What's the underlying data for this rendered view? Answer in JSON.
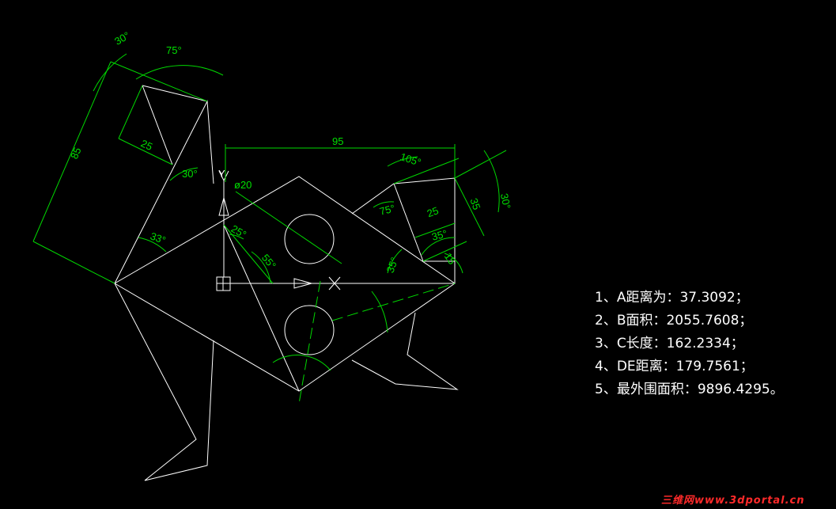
{
  "drawing": {
    "dimensions": {
      "top_width": "95",
      "hole_diameter": "ø20",
      "left_length": "85",
      "left_width": "25",
      "right_width": "25",
      "right_height": "35",
      "angle_30_top": "30°",
      "angle_75_top": "75°",
      "angle_30_left": "30°",
      "angle_33": "33°",
      "angle_25": "25°",
      "angle_55": "55°",
      "angle_105": "105°",
      "angle_75_right": "75°",
      "angle_30_right": "30°",
      "angle_35_right": "35°",
      "angle_35_lower": "35°",
      "angle_15": "15",
      "axis_y": "Y",
      "axis_x": "X"
    },
    "results": [
      "1、A距离为：37.3092；",
      "2、B面积：2055.7608；",
      "3、C长度：162.2334；",
      "4、DE距离：179.7561；",
      "5、最外围面积：9896.4295。"
    ],
    "watermark": "三维网www.3dportal.cn"
  }
}
